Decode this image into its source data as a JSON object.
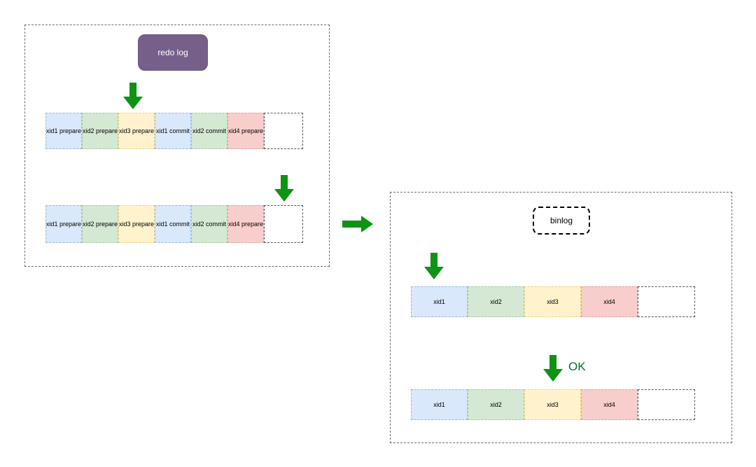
{
  "left_panel": {
    "title": "redo log",
    "rows": [
      {
        "cells": [
          "xid1 prepare",
          "xid2 prepare",
          "xid3 prepare",
          "xid1 commit",
          "xid2 commit",
          "xid4 prepare"
        ]
      },
      {
        "cells": [
          "xid1 prepare",
          "xid2 prepare",
          "xid3 prepare",
          "xid1 commit",
          "xid2 commit",
          "xid4 prepare"
        ]
      }
    ],
    "cell_colors": [
      "blue",
      "green",
      "yellow",
      "blue",
      "green",
      "red"
    ],
    "trailing_empty_cell": true
  },
  "right_panel": {
    "title": "binlog",
    "ok_label": "OK",
    "rows": [
      {
        "cells": [
          "xid1",
          "xid2",
          "xid3",
          "xid4"
        ]
      },
      {
        "cells": [
          "xid1",
          "xid2",
          "xid3",
          "xid4"
        ]
      }
    ],
    "cell_colors": [
      "blue",
      "green",
      "yellow",
      "red"
    ],
    "trailing_empty_cell": true
  },
  "colors": {
    "cell_blue": "#dae8fc",
    "cell_green": "#d5e8d4",
    "cell_yellow": "#fff2cc",
    "cell_red": "#f8cecc",
    "redo_log_fill": "#76608a",
    "redo_log_text": "#ffffff",
    "arrow_green": "#0e9314",
    "ok_text_green": "#046e38",
    "dashed_border": "#6e6e6e"
  }
}
